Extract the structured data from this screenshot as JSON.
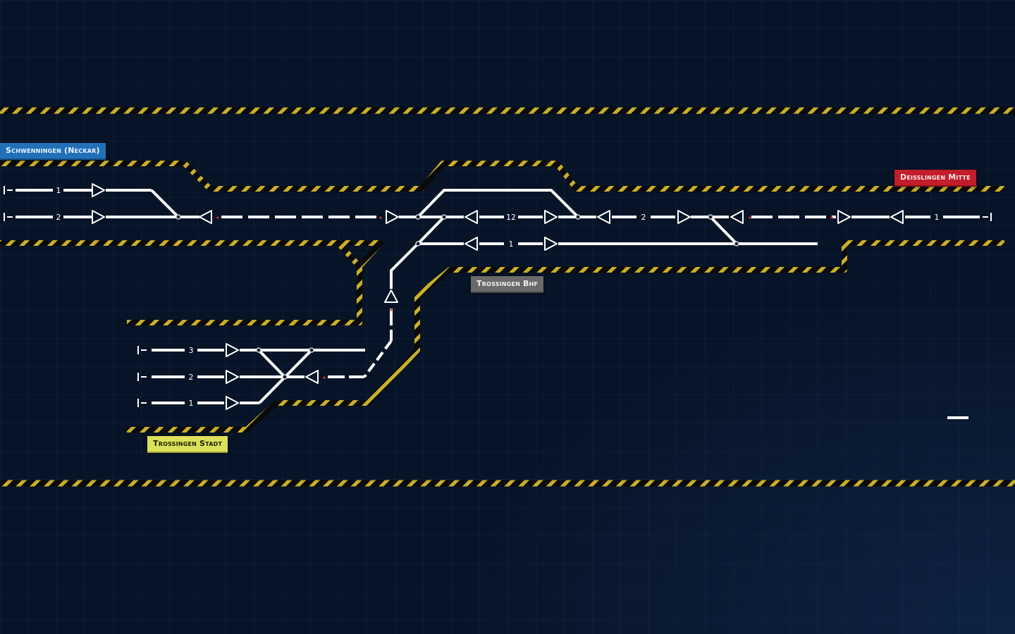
{
  "stations": {
    "schwenningen": "Schwenningen (Neckar)",
    "deisslingen": "Deißlingen Mitte",
    "trossingen_bhf": "Trossingen Bhf",
    "trossingen_stadt": "Trossingen Stadt"
  },
  "track_numbers": {
    "schw_1": "1",
    "schw_2": "2",
    "bhf_12": "12",
    "bhf_1": "1",
    "main_2": "2",
    "deil_1": "1",
    "stadt_3": "3",
    "stadt_2": "2",
    "stadt_1": "1"
  },
  "colors": {
    "background": "#071427",
    "track": "#ffffff",
    "hazard_yellow": "#c9b02a",
    "schwenningen": "#2271b8",
    "deisslingen": "#c21d2a",
    "trossingen_bhf": "#6a6a6a",
    "trossingen_stadt": "#dbe15a"
  },
  "icons": {
    "signal": "signal-triangle-icon",
    "switch": "switch-point-icon",
    "track_end": "buffer-stop-icon"
  }
}
